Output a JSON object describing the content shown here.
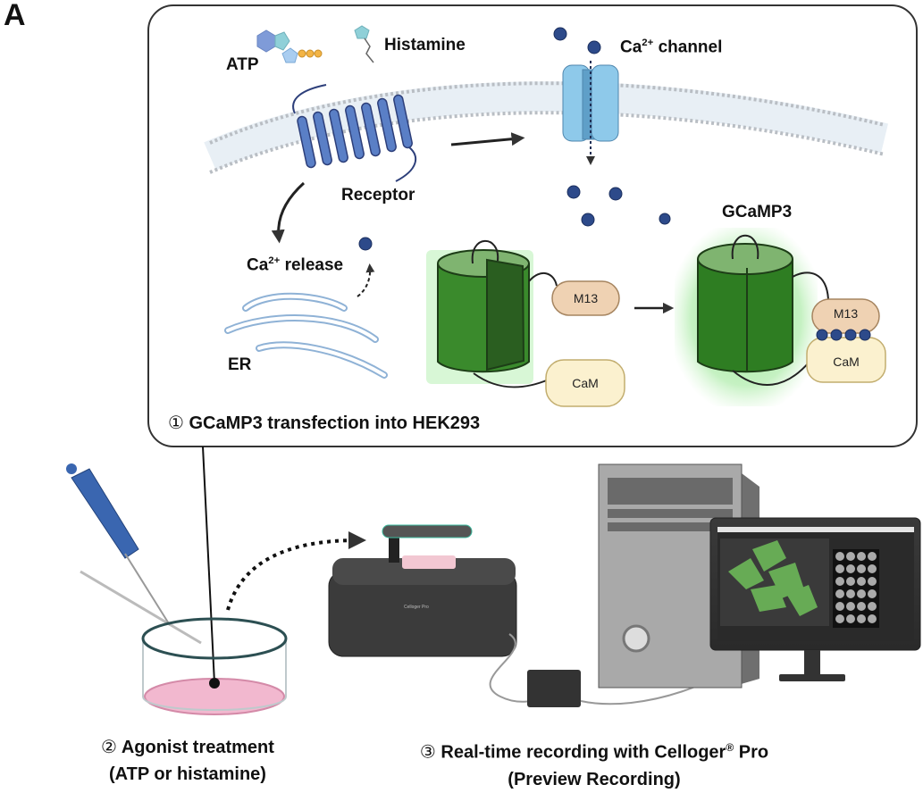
{
  "panel_label": "A",
  "top_box": {
    "ligands": {
      "atp": "ATP",
      "histamine": "Histamine"
    },
    "receptor": "Receptor",
    "channel": {
      "prefix": "Ca",
      "sup": "2+",
      "suffix": " channel"
    },
    "release": {
      "prefix": "Ca",
      "sup": "2+",
      "suffix": " release"
    },
    "er": "ER",
    "gcamp_title": "GCaMP3",
    "domains": {
      "m13": "M13",
      "cam": "CaM"
    },
    "caption": {
      "num": "①",
      "text": "GCaMP3 transfection into HEK293"
    },
    "colors": {
      "receptor": "#5a7fc6",
      "channel": "#8ec9ea",
      "ion": "#2d4a8a",
      "gcamp": "#2e7d22",
      "glow": "#7ee07a",
      "m13": "#efd2b3",
      "cam": "#fbf1cf",
      "er": "#8fb2d6"
    }
  },
  "step2": {
    "num": "②",
    "line1": "Agonist treatment",
    "line2": "(ATP or histamine)"
  },
  "step3": {
    "num": "③",
    "line1_prefix": "Real-time recording with  Celloger",
    "reg": "®",
    "line1_suffix": " Pro",
    "line2": "(Preview Recording)"
  },
  "device": {
    "brand": "Celloger Pro"
  }
}
